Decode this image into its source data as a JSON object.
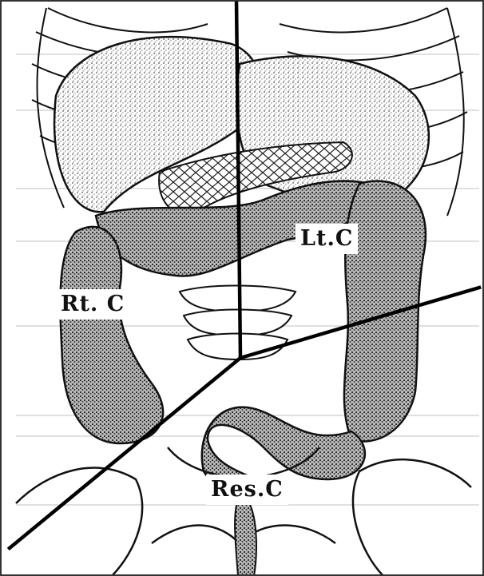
{
  "labels": {
    "left_colon": "Lt.C",
    "right_colon": "Rt. C",
    "rectosigmoid_colon": "Res.C"
  },
  "colors": {
    "ink": "#111111",
    "background": "#ffffff",
    "stipple": "#555555"
  }
}
